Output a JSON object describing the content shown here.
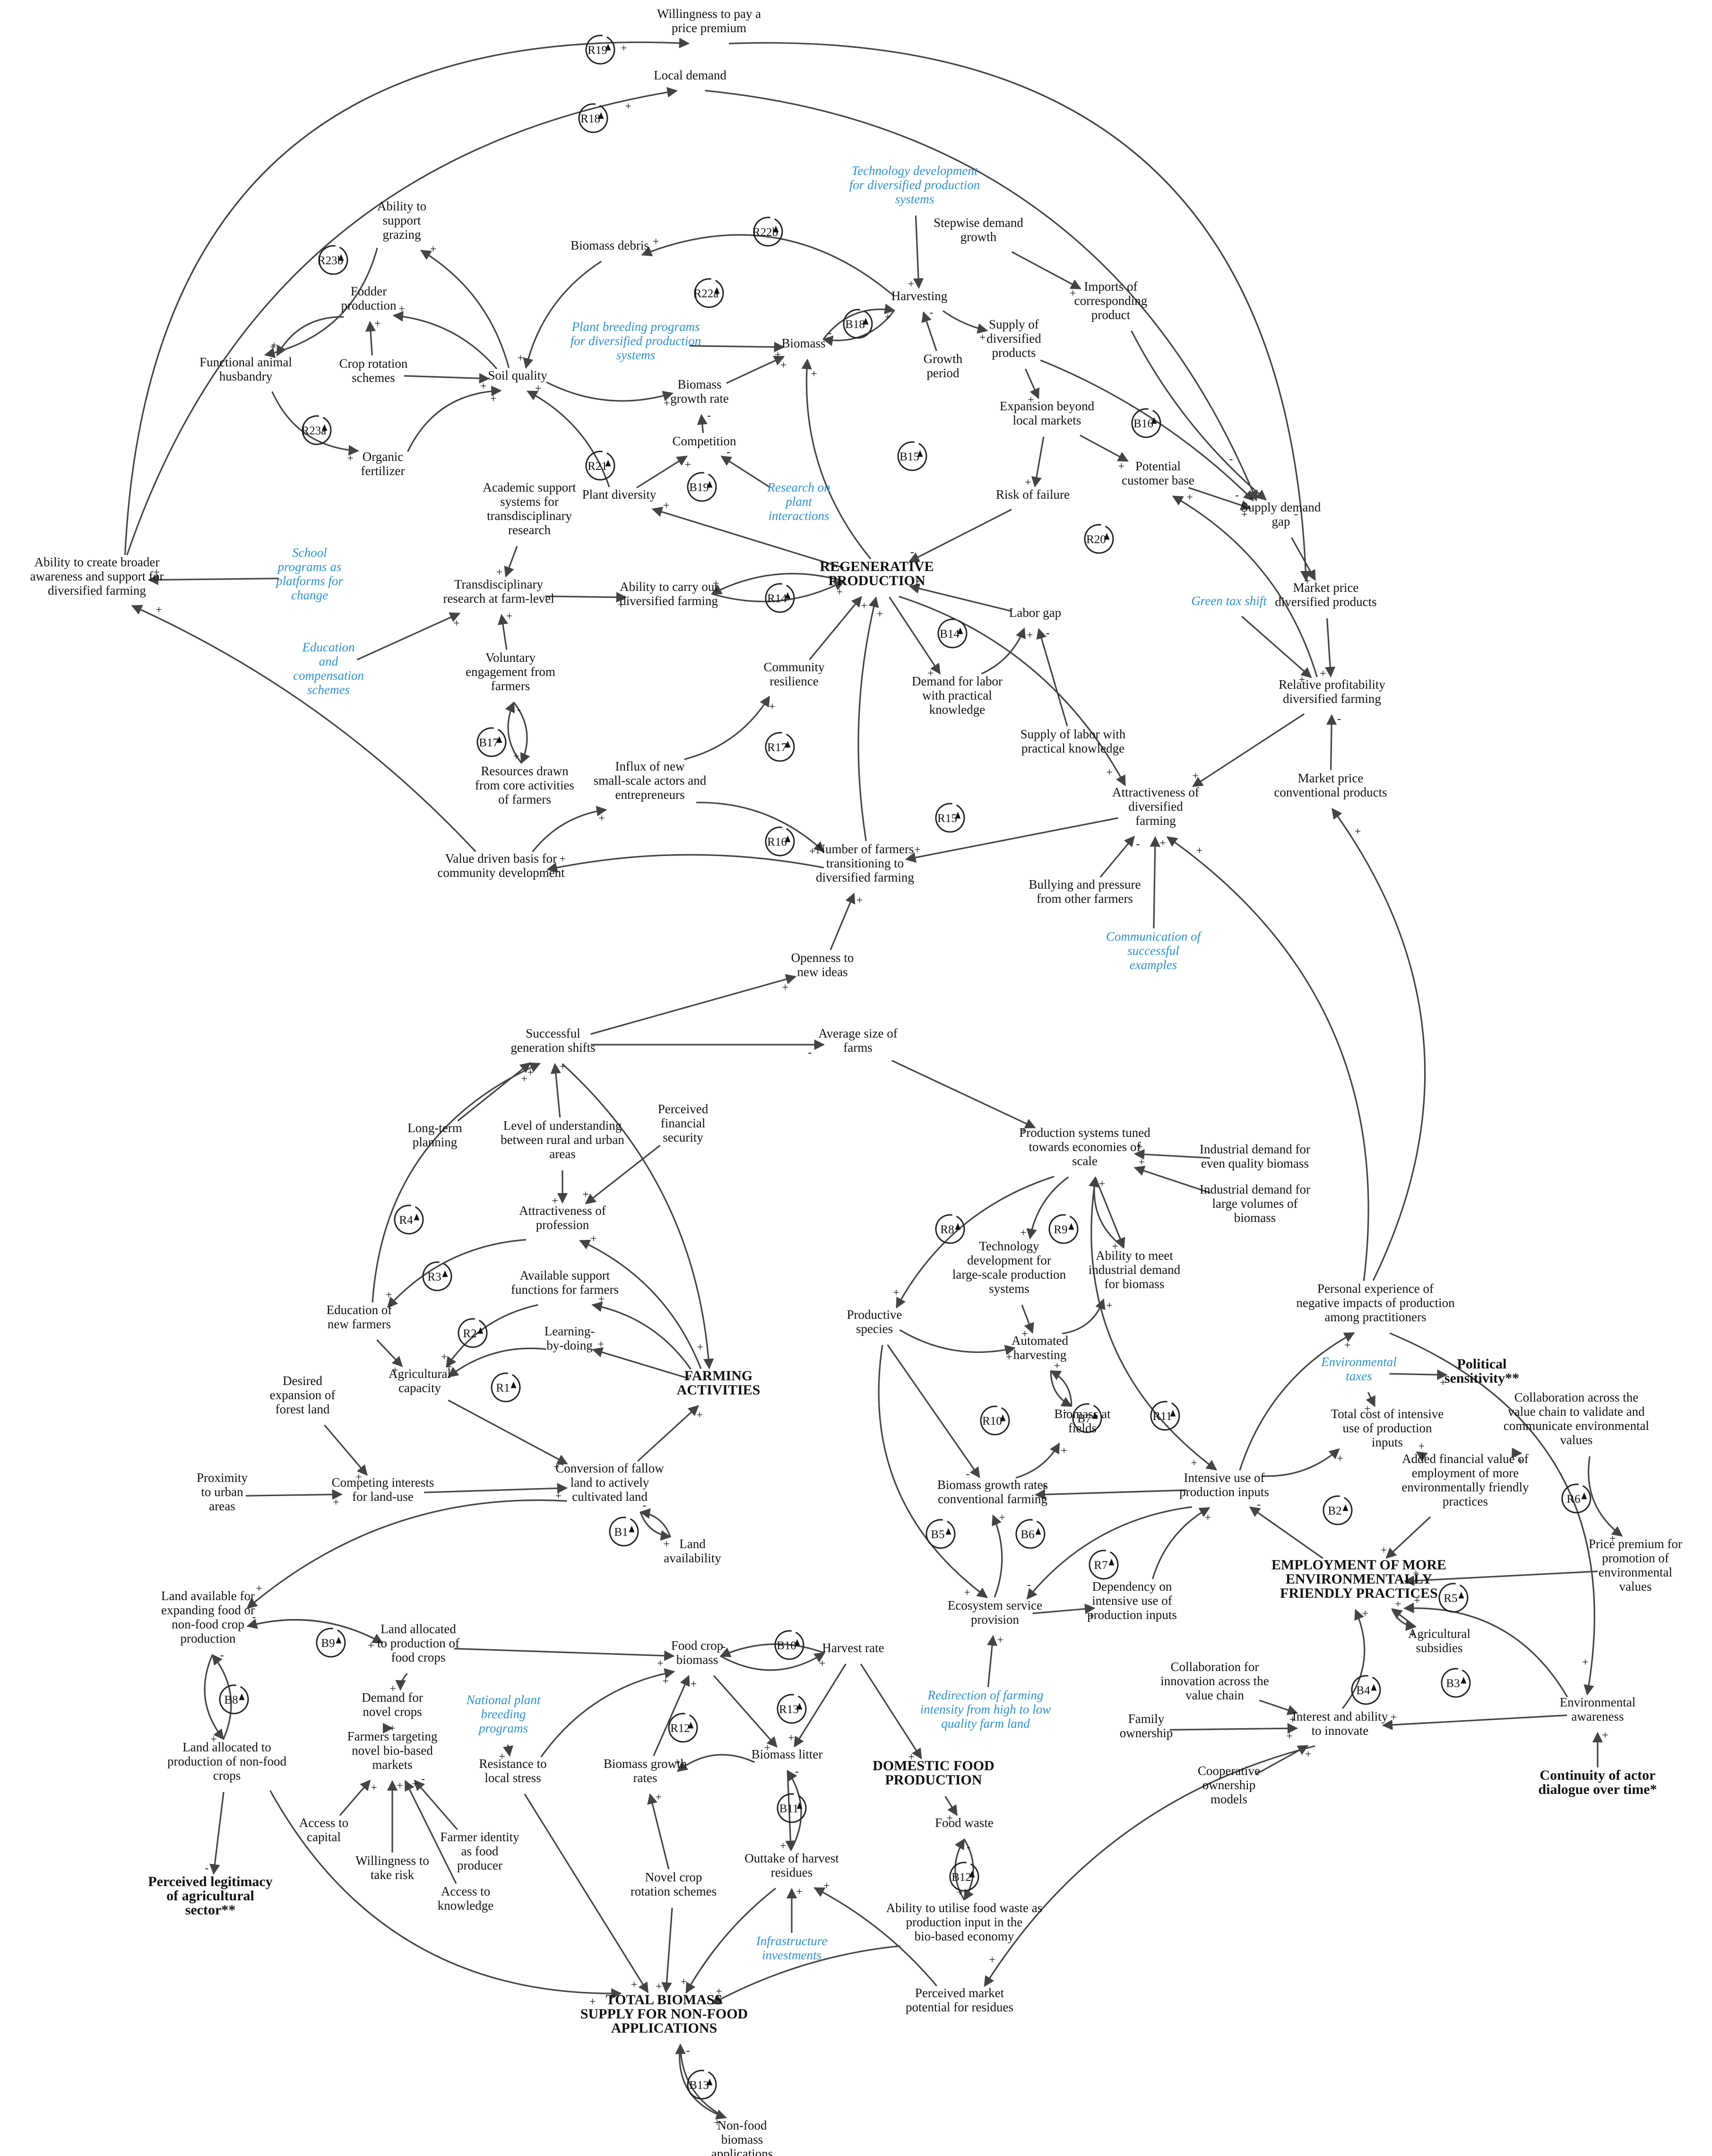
{
  "colors": {
    "text": "#111111",
    "link": "#444444",
    "policy": "#2b8fd6",
    "background": "#ffffff"
  },
  "variables": [
    {
      "id": "wtp",
      "lines": [
        "Willingness to pay a",
        "price premium"
      ],
      "style": "var"
    },
    {
      "id": "local_demand",
      "lines": [
        "Local demand"
      ],
      "style": "var"
    },
    {
      "id": "tech_dev_div",
      "lines": [
        "Technology development",
        "for diversified production",
        "systems"
      ],
      "style": "pol"
    },
    {
      "id": "grazing",
      "lines": [
        "Ability to",
        "support",
        "grazing"
      ],
      "style": "var"
    },
    {
      "id": "biomass_debris",
      "lines": [
        "Biomass debris"
      ],
      "style": "var"
    },
    {
      "id": "stepwise",
      "lines": [
        "Stepwise demand",
        "growth"
      ],
      "style": "var"
    },
    {
      "id": "fodder",
      "lines": [
        "Fodder",
        "production"
      ],
      "style": "var"
    },
    {
      "id": "harvesting",
      "lines": [
        "Harvesting"
      ],
      "style": "var"
    },
    {
      "id": "imports",
      "lines": [
        "Imports of",
        "corresponding",
        "product"
      ],
      "style": "var"
    },
    {
      "id": "plant_breeding",
      "lines": [
        "Plant breeding programs",
        "for diversified production",
        "systems"
      ],
      "style": "pol"
    },
    {
      "id": "biomass",
      "lines": [
        "Biomass"
      ],
      "style": "var"
    },
    {
      "id": "supply_div",
      "lines": [
        "Supply of",
        "diversified",
        "products"
      ],
      "style": "var"
    },
    {
      "id": "func_animal",
      "lines": [
        "Functional animal",
        "husbandry"
      ],
      "style": "var"
    },
    {
      "id": "crop_rotation",
      "lines": [
        "Crop rotation",
        "schemes"
      ],
      "style": "var"
    },
    {
      "id": "soil_quality",
      "lines": [
        "Soil quality"
      ],
      "style": "var"
    },
    {
      "id": "growth_period",
      "lines": [
        "Growth",
        "period"
      ],
      "style": "var"
    },
    {
      "id": "biomass_growth_rate",
      "lines": [
        "Biomass",
        "growth rate"
      ],
      "style": "var"
    },
    {
      "id": "expansion",
      "lines": [
        "Expansion beyond",
        "local markets"
      ],
      "style": "var"
    },
    {
      "id": "competition",
      "lines": [
        "Competition"
      ],
      "style": "var"
    },
    {
      "id": "organic_fert",
      "lines": [
        "Organic",
        "fertilizer"
      ],
      "style": "var"
    },
    {
      "id": "potential_customer",
      "lines": [
        "Potential",
        "customer base"
      ],
      "style": "var"
    },
    {
      "id": "academic",
      "lines": [
        "Academic support",
        "systems for",
        "transdisciplinary",
        "research"
      ],
      "style": "var"
    },
    {
      "id": "plant_diversity",
      "lines": [
        "Plant diversity"
      ],
      "style": "var"
    },
    {
      "id": "research_plant",
      "lines": [
        "Research on",
        "plant",
        "interactions"
      ],
      "style": "pol"
    },
    {
      "id": "risk_failure",
      "lines": [
        "Risk of failure"
      ],
      "style": "var"
    },
    {
      "id": "supply_demand_gap",
      "lines": [
        "Supply demand",
        "gap"
      ],
      "style": "var"
    },
    {
      "id": "school",
      "lines": [
        "School",
        "programs as",
        "platforms for",
        "change"
      ],
      "style": "pol"
    },
    {
      "id": "regen",
      "lines": [
        "REGENERATIVE",
        "PRODUCTION"
      ],
      "style": "core"
    },
    {
      "id": "broader_awareness",
      "lines": [
        "Ability to create broader",
        "awareness and support for",
        "diversified farming"
      ],
      "style": "var"
    },
    {
      "id": "transdisc",
      "lines": [
        "Transdisciplinary",
        "research at farm-level"
      ],
      "style": "var"
    },
    {
      "id": "ability_div",
      "lines": [
        "Ability to carry out",
        "diversified farming"
      ],
      "style": "var"
    },
    {
      "id": "market_price_div",
      "lines": [
        "Market price",
        "diversified products"
      ],
      "style": "var"
    },
    {
      "id": "green_tax",
      "lines": [
        "Green tax shift"
      ],
      "style": "pol"
    },
    {
      "id": "labor_gap",
      "lines": [
        "Labor gap"
      ],
      "style": "var"
    },
    {
      "id": "education_comp",
      "lines": [
        "Education",
        "and",
        "compensation",
        "schemes"
      ],
      "style": "pol"
    },
    {
      "id": "voluntary",
      "lines": [
        "Voluntary",
        "engagement from",
        "farmers"
      ],
      "style": "var"
    },
    {
      "id": "community_res",
      "lines": [
        "Community",
        "resilience"
      ],
      "style": "var"
    },
    {
      "id": "demand_labor",
      "lines": [
        "Demand for labor",
        "with practical",
        "knowledge"
      ],
      "style": "var"
    },
    {
      "id": "relative_profit",
      "lines": [
        "Relative profitability",
        "diversified farming"
      ],
      "style": "var"
    },
    {
      "id": "supply_labor",
      "lines": [
        "Supply of labor with",
        "practical knowledge"
      ],
      "style": "var"
    },
    {
      "id": "resources_drawn",
      "lines": [
        "Resources drawn",
        "from core activities",
        "of farmers"
      ],
      "style": "var"
    },
    {
      "id": "influx",
      "lines": [
        "Influx of new",
        "small-scale actors and",
        "entrepreneurs"
      ],
      "style": "var"
    },
    {
      "id": "market_price_conv",
      "lines": [
        "Market price",
        "conventional products"
      ],
      "style": "var"
    },
    {
      "id": "attractiveness_div",
      "lines": [
        "Attractiveness of",
        "diversified",
        "farming"
      ],
      "style": "var"
    },
    {
      "id": "number_farmers",
      "lines": [
        "Number of farmers",
        "transitioning to",
        "diversified farming"
      ],
      "style": "var"
    },
    {
      "id": "value_driven",
      "lines": [
        "Value driven basis for",
        "community development"
      ],
      "style": "var"
    },
    {
      "id": "bullying",
      "lines": [
        "Bullying and pressure",
        "from other farmers"
      ],
      "style": "var"
    },
    {
      "id": "communication",
      "lines": [
        "Communication of",
        "successful",
        "examples"
      ],
      "style": "pol"
    },
    {
      "id": "openness",
      "lines": [
        "Openness to",
        "new ideas"
      ],
      "style": "var"
    },
    {
      "id": "successful_gen",
      "lines": [
        "Successful",
        "generation shifts"
      ],
      "style": "var"
    },
    {
      "id": "avg_farm_size",
      "lines": [
        "Average size of",
        "farms"
      ],
      "style": "var"
    },
    {
      "id": "perceived_fin",
      "lines": [
        "Perceived",
        "financial",
        "security"
      ],
      "style": "var"
    },
    {
      "id": "long_term",
      "lines": [
        "Long-term",
        "planning"
      ],
      "style": "var"
    },
    {
      "id": "level_understanding",
      "lines": [
        "Level of understanding",
        "between rural and urban",
        "areas"
      ],
      "style": "var"
    },
    {
      "id": "production_scale",
      "lines": [
        "Production systems tuned",
        "towards economies of",
        "scale"
      ],
      "style": "var"
    },
    {
      "id": "industrial_even",
      "lines": [
        "Industrial demand for",
        "even quality biomass"
      ],
      "style": "var"
    },
    {
      "id": "industrial_large",
      "lines": [
        "Industrial demand for",
        "large volumes of",
        "biomass"
      ],
      "style": "var"
    },
    {
      "id": "attractiveness_prof",
      "lines": [
        "Attractiveness of",
        "profession"
      ],
      "style": "var"
    },
    {
      "id": "tech_dev_large",
      "lines": [
        "Technology",
        "development for",
        "large-scale production",
        "systems"
      ],
      "style": "var"
    },
    {
      "id": "ability_industrial",
      "lines": [
        "Ability to meet",
        "industrial demand",
        "for biomass"
      ],
      "style": "var"
    },
    {
      "id": "personal_exp",
      "lines": [
        "Personal experience of",
        "negative impacts of production",
        "among practitioners"
      ],
      "style": "var"
    },
    {
      "id": "available_support",
      "lines": [
        "Available support",
        "functions for farmers"
      ],
      "style": "var"
    },
    {
      "id": "education_new",
      "lines": [
        "Education of",
        "new farmers"
      ],
      "style": "var"
    },
    {
      "id": "productive_species",
      "lines": [
        "Productive",
        "species"
      ],
      "style": "var"
    },
    {
      "id": "automated",
      "lines": [
        "Automated",
        "harvesting"
      ],
      "style": "var"
    },
    {
      "id": "env_taxes",
      "lines": [
        "Environmental",
        "taxes"
      ],
      "style": "pol"
    },
    {
      "id": "political",
      "lines": [
        "Political",
        "sensitivity**"
      ],
      "style": "core"
    },
    {
      "id": "learning",
      "lines": [
        "Learning-",
        "by-doing"
      ],
      "style": "var"
    },
    {
      "id": "farming_act",
      "lines": [
        "FARMING",
        "ACTIVITIES"
      ],
      "style": "core"
    },
    {
      "id": "collab_value",
      "lines": [
        "Collaboration across the",
        "value chain to validate and",
        "communicate environmental",
        "values"
      ],
      "style": "var"
    },
    {
      "id": "desired_forest",
      "lines": [
        "Desired",
        "expansion of",
        "forest land"
      ],
      "style": "var"
    },
    {
      "id": "agri_capacity",
      "lines": [
        "Agricultural",
        "capacity"
      ],
      "style": "var"
    },
    {
      "id": "total_cost",
      "lines": [
        "Total cost of intensive",
        "use of production",
        "inputs"
      ],
      "style": "var"
    },
    {
      "id": "biomass_fields",
      "lines": [
        "Biomass at",
        "fields"
      ],
      "style": "var"
    },
    {
      "id": "conversion_fallow",
      "lines": [
        "Conversion of fallow",
        "land to actively",
        "cultivated land"
      ],
      "style": "var"
    },
    {
      "id": "added_value",
      "lines": [
        "Added financial value of",
        "employment of more",
        "environmentally friendly",
        "practices"
      ],
      "style": "var"
    },
    {
      "id": "proximity",
      "lines": [
        "Proximity",
        "to urban",
        "areas"
      ],
      "style": "var"
    },
    {
      "id": "competing",
      "lines": [
        "Competing interests",
        "for land-use"
      ],
      "style": "var"
    },
    {
      "id": "biomass_growth_conv",
      "lines": [
        "Biomass growth rates",
        "conventional farming"
      ],
      "style": "var"
    },
    {
      "id": "intensive_use",
      "lines": [
        "Intensive use of",
        "production inputs"
      ],
      "style": "var"
    },
    {
      "id": "land_avail",
      "lines": [
        "Land",
        "availability"
      ],
      "style": "var"
    },
    {
      "id": "price_premium",
      "lines": [
        "Price premium for",
        "promotion of",
        "environmental",
        "values"
      ],
      "style": "var"
    },
    {
      "id": "employment",
      "lines": [
        "EMPLOYMENT OF MORE",
        "ENVIRONMENTALLY",
        "FRIENDLY PRACTICES"
      ],
      "style": "core"
    },
    {
      "id": "land_avail_food",
      "lines": [
        "Land available for",
        "expanding food or",
        "non-food crop",
        "production"
      ],
      "style": "var"
    },
    {
      "id": "land_food",
      "lines": [
        "Land allocated",
        "to production of",
        "food crops"
      ],
      "style": "var"
    },
    {
      "id": "dependency",
      "lines": [
        "Dependency on",
        "intensive use of",
        "production inputs"
      ],
      "style": "var"
    },
    {
      "id": "ecosystem",
      "lines": [
        "Ecosystem service",
        "provision"
      ],
      "style": "var"
    },
    {
      "id": "food_crop",
      "lines": [
        "Food crop",
        "biomass"
      ],
      "style": "var"
    },
    {
      "id": "harvest_rate",
      "lines": [
        "Harvest rate"
      ],
      "style": "var"
    },
    {
      "id": "agri_subsidies",
      "lines": [
        "Agricultural",
        "subsidies"
      ],
      "style": "var"
    },
    {
      "id": "collab_innov",
      "lines": [
        "Collaboration for",
        "innovation across the",
        "value chain"
      ],
      "style": "var"
    },
    {
      "id": "national_breeding",
      "lines": [
        "National plant",
        "breeding",
        "programs"
      ],
      "style": "pol"
    },
    {
      "id": "redirection",
      "lines": [
        "Redirection of farming",
        "intensity from high to low",
        "quality farm land"
      ],
      "style": "pol"
    },
    {
      "id": "demand_novel",
      "lines": [
        "Demand for",
        "novel crops"
      ],
      "style": "var"
    },
    {
      "id": "env_awareness",
      "lines": [
        "Environmental",
        "awareness"
      ],
      "style": "var"
    },
    {
      "id": "family",
      "lines": [
        "Family",
        "ownership"
      ],
      "style": "var"
    },
    {
      "id": "interest_innov",
      "lines": [
        "Interest and ability",
        "to innovate"
      ],
      "style": "var"
    },
    {
      "id": "land_nonfood",
      "lines": [
        "Land allocated to",
        "production of non-food",
        "crops"
      ],
      "style": "var"
    },
    {
      "id": "farmers_novel",
      "lines": [
        "Farmers targeting",
        "novel bio-based",
        "markets"
      ],
      "style": "var"
    },
    {
      "id": "resistance",
      "lines": [
        "Resistance to",
        "local stress"
      ],
      "style": "var"
    },
    {
      "id": "biomass_growth_rates",
      "lines": [
        "Biomass growth",
        "rates"
      ],
      "style": "var"
    },
    {
      "id": "biomass_litter",
      "lines": [
        "Biomass litter"
      ],
      "style": "var"
    },
    {
      "id": "domestic_food",
      "lines": [
        "DOMESTIC FOOD",
        "PRODUCTION"
      ],
      "style": "core"
    },
    {
      "id": "cooperative",
      "lines": [
        "Cooperative",
        "ownership",
        "models"
      ],
      "style": "var"
    },
    {
      "id": "continuity",
      "lines": [
        "Continuity of actor",
        "dialogue over time*"
      ],
      "style": "core"
    },
    {
      "id": "access_capital",
      "lines": [
        "Access to",
        "capital"
      ],
      "style": "var"
    },
    {
      "id": "farmer_identity",
      "lines": [
        "Farmer identity",
        "as food",
        "producer"
      ],
      "style": "var"
    },
    {
      "id": "food_waste",
      "lines": [
        "Food waste"
      ],
      "style": "var"
    },
    {
      "id": "willingness_risk",
      "lines": [
        "Willingness to",
        "take risk"
      ],
      "style": "var"
    },
    {
      "id": "access_knowledge",
      "lines": [
        "Access to",
        "knowledge"
      ],
      "style": "var"
    },
    {
      "id": "perceived_legit",
      "lines": [
        "Perceived legitimacy",
        "of agricultural",
        "sector**"
      ],
      "style": "core"
    },
    {
      "id": "novel_crop_rot",
      "lines": [
        "Novel crop",
        "rotation schemes"
      ],
      "style": "var"
    },
    {
      "id": "outtake",
      "lines": [
        "Outtake of harvest",
        "residues"
      ],
      "style": "var"
    },
    {
      "id": "ability_food_waste",
      "lines": [
        "Ability to utilise food waste as",
        "production input in the",
        "bio-based economy"
      ],
      "style": "var"
    },
    {
      "id": "infrastructure",
      "lines": [
        "Infrastructure",
        "investments"
      ],
      "style": "pol"
    },
    {
      "id": "perceived_market",
      "lines": [
        "Perceived market",
        "potential for residues"
      ],
      "style": "var"
    },
    {
      "id": "total_biomass",
      "lines": [
        "TOTAL BIOMASS",
        "SUPPLY FOR NON-FOOD",
        "APPLICATIONS"
      ],
      "style": "core"
    },
    {
      "id": "nonfood_apps",
      "lines": [
        "Non-food",
        "biomass",
        "applications"
      ],
      "style": "var"
    }
  ],
  "loops": [
    "R19",
    "R18",
    "R22b",
    "R23b",
    "R22a",
    "B18",
    "B16",
    "R23a",
    "R21",
    "B19",
    "B15",
    "R20",
    "R14",
    "B14",
    "B17",
    "R17",
    "R15",
    "R16",
    "R4",
    "R8",
    "R9",
    "R3",
    "R2",
    "R1",
    "R10",
    "B7",
    "R11",
    "B2",
    "R6",
    "B5",
    "B6",
    "R7",
    "R5",
    "B3",
    "B1",
    "B9",
    "B10",
    "B8",
    "R13",
    "B4",
    "R12",
    "B11",
    "B12",
    "B13"
  ],
  "signs": [
    "+",
    "-"
  ]
}
